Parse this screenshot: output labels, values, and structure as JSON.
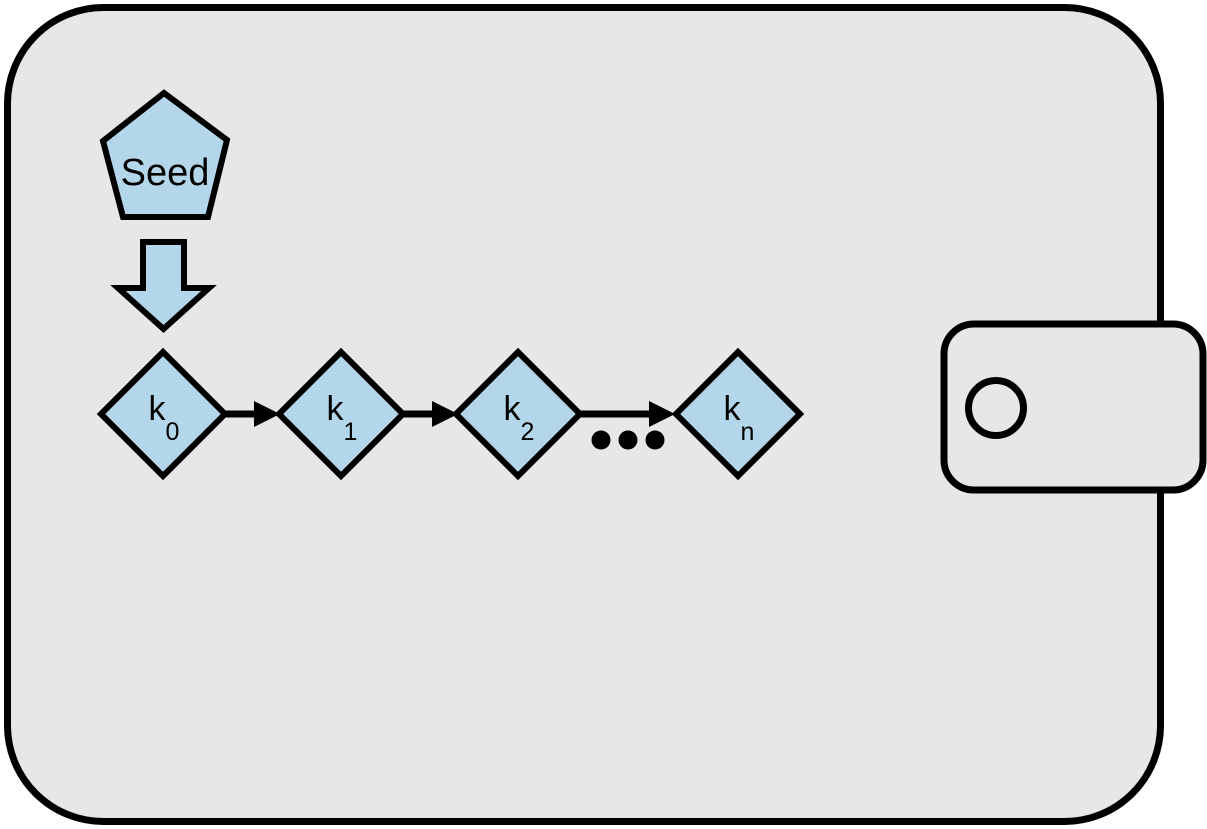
{
  "diagram": {
    "seed": {
      "label": "Seed"
    },
    "keys": [
      {
        "label": "k",
        "subscript": "0"
      },
      {
        "label": "k",
        "subscript": "1"
      },
      {
        "label": "k",
        "subscript": "2"
      },
      {
        "label": "k",
        "subscript": "n"
      }
    ],
    "ellipsis_dot_count": "3"
  },
  "colors": {
    "node_fill": "#b4d6ea",
    "wallet_fill": "#e7e7e7",
    "outline": "#000000",
    "canvas": "#ffffff"
  }
}
